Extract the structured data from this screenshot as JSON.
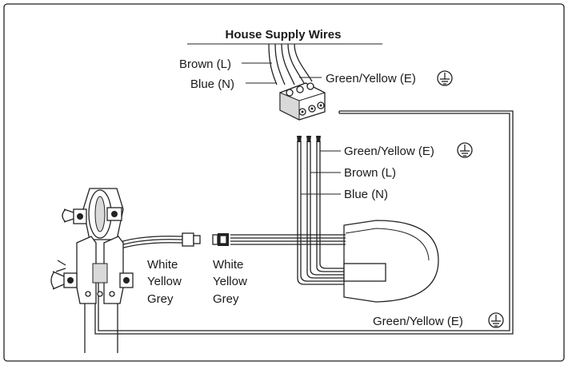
{
  "title": "House Supply Wires",
  "supply_labels": {
    "brown": "Brown (L)",
    "blue": "Blue (N)",
    "earth": "Green/Yellow (E)"
  },
  "motor_wire_labels": {
    "earth": "Green/Yellow (E)",
    "brown": "Brown (L)",
    "blue": "Blue (N)"
  },
  "bottom_earth_label": "Green/Yellow (E)",
  "connector_left_colors": [
    "White",
    "Yellow",
    "Grey"
  ],
  "connector_right_colors": [
    "White",
    "Yellow",
    "Grey"
  ],
  "icons": [
    "earth-ground-icon",
    "terminal-block-icon",
    "motor-housing-icon",
    "track-trolley-icon",
    "plug-connector-icon"
  ]
}
